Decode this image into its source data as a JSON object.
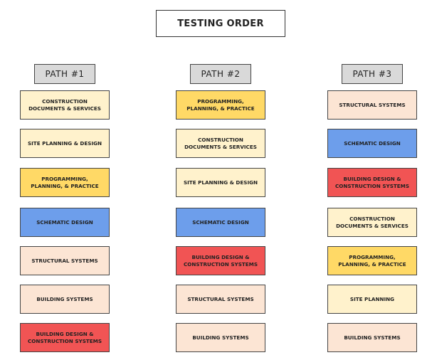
{
  "title": "TESTING ORDER",
  "colors": {
    "cream": "#fff2cc",
    "yellow": "#ffd966",
    "blue": "#6d9eeb",
    "peach": "#fce5d4",
    "red": "#f15454",
    "header_gray": "#d9d9d9"
  },
  "paths": [
    {
      "label": "PATH #1",
      "steps": [
        {
          "text": "CONSTRUCTION DOCUMENTS & SERVICES",
          "color": "cream"
        },
        {
          "text": "SITE PLANNING & DESIGN",
          "color": "cream"
        },
        {
          "text": "PROGRAMMING, PLANNING, & PRACTICE",
          "color": "yellow"
        },
        {
          "text": "SCHEMATIC DESIGN",
          "color": "blue"
        },
        {
          "text": "STRUCTURAL SYSTEMS",
          "color": "peach"
        },
        {
          "text": "BUILDING SYSTEMS",
          "color": "peach"
        },
        {
          "text": "BUILDING DESIGN & CONSTRUCTION SYSTEMS",
          "color": "red"
        }
      ]
    },
    {
      "label": "PATH #2",
      "steps": [
        {
          "text": "PROGRAMMING, PLANNING, & PRACTICE",
          "color": "yellow"
        },
        {
          "text": "CONSTRUCTION DOCUMENTS & SERVICES",
          "color": "cream"
        },
        {
          "text": "SITE PLANNING & DESIGN",
          "color": "cream"
        },
        {
          "text": "SCHEMATIC DESIGN",
          "color": "blue"
        },
        {
          "text": "BUILDING DESIGN & CONSTRUCTION SYSTEMS",
          "color": "red"
        },
        {
          "text": "STRUCTURAL SYSTEMS",
          "color": "peach"
        },
        {
          "text": "BUILDING SYSTEMS",
          "color": "peach"
        }
      ]
    },
    {
      "label": "PATH #3",
      "steps": [
        {
          "text": "STRUCTURAL SYSTEMS",
          "color": "peach"
        },
        {
          "text": "SCHEMATIC DESIGN",
          "color": "blue"
        },
        {
          "text": "BUILDING DESIGN & CONSTRUCTION SYSTEMS",
          "color": "red"
        },
        {
          "text": "CONSTRUCTION DOCUMENTS & SERVICES",
          "color": "cream"
        },
        {
          "text": "PROGRAMMING, PLANNING, & PRACTICE",
          "color": "yellow"
        },
        {
          "text": "SITE PLANNING",
          "color": "cream"
        },
        {
          "text": "BUILDING SYSTEMS",
          "color": "peach"
        }
      ]
    }
  ]
}
